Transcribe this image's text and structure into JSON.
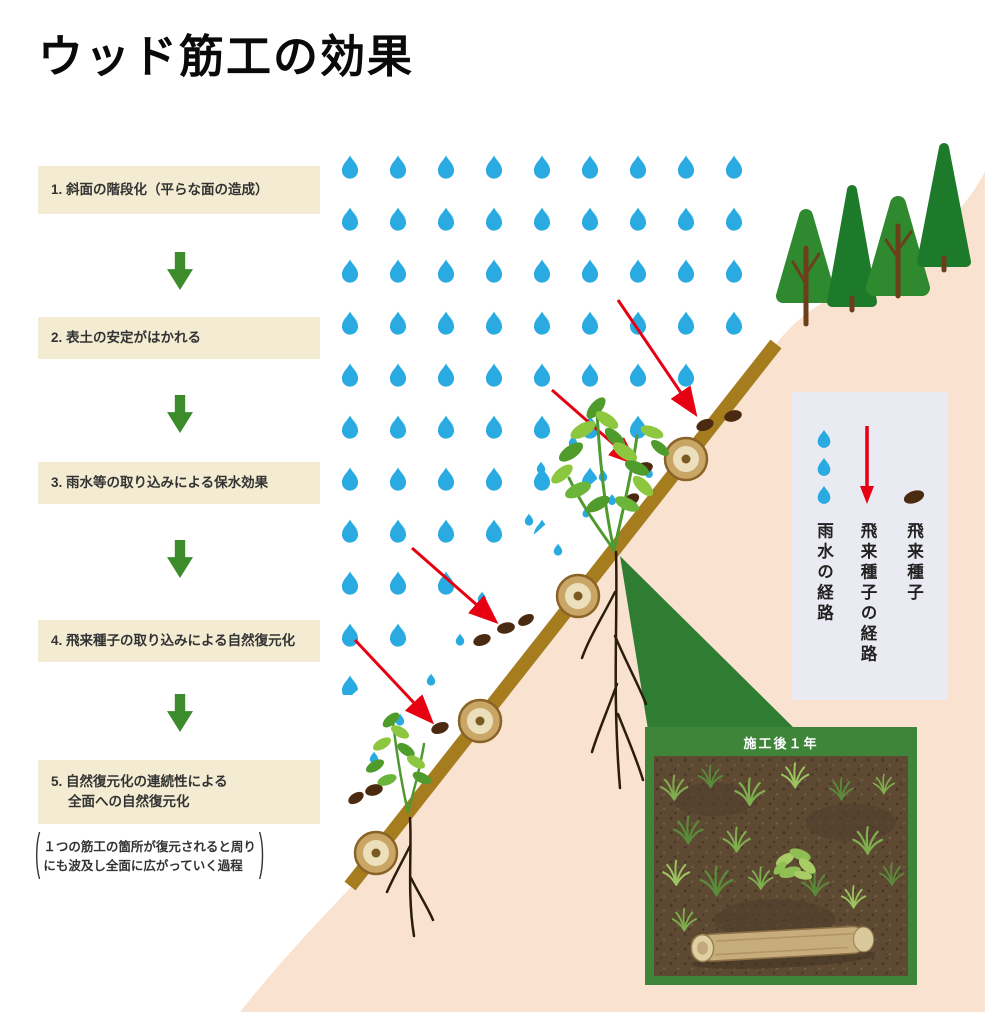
{
  "title": "ウッド筋工の効果",
  "steps": [
    {
      "label": "1. 斜面の階段化（平らな面の造成）"
    },
    {
      "label": "2. 表土の安定がはかれる"
    },
    {
      "label": "3. 雨水等の取り込みによる保水効果"
    },
    {
      "label": "4. 飛来種子の取り込みによる自然復元化"
    },
    {
      "label": "5. 自然復元化の連続性による",
      "label2": "全面への自然復元化"
    }
  ],
  "note": {
    "open_paren": "(",
    "line1": "１つの筋工の箇所が復元されると周り",
    "line2": "にも波及し全面に広がっていく過程",
    "close_paren": ")"
  },
  "legend": {
    "items": [
      {
        "id": "rainwater-path",
        "label": "雨水の経路",
        "icon": "raindrops-icon"
      },
      {
        "id": "windborne-seed-path",
        "label": "飛来種子の経路",
        "icon": "red-arrow-icon"
      },
      {
        "id": "windborne-seed",
        "label": "飛来種子",
        "icon": "seed-icon"
      }
    ]
  },
  "photo": {
    "caption": "施工後１年"
  },
  "colors": {
    "rain_blue": "#29abe2",
    "seed_path_red": "#e60012",
    "slope_peach": "#f9e2d0",
    "step_box_beige": "#f4ecd2",
    "flow_arrow_green": "#3c8c2c",
    "wood_band_brown": "#a57c1e",
    "tree_green": "#2f8a2f",
    "conifer_green": "#1d7a2a",
    "legend_bg": "#eaeaf2",
    "photo_frame_green": "#3e8539",
    "seed_brown": "#4a2a10",
    "callout_green": "#2e7d32"
  }
}
